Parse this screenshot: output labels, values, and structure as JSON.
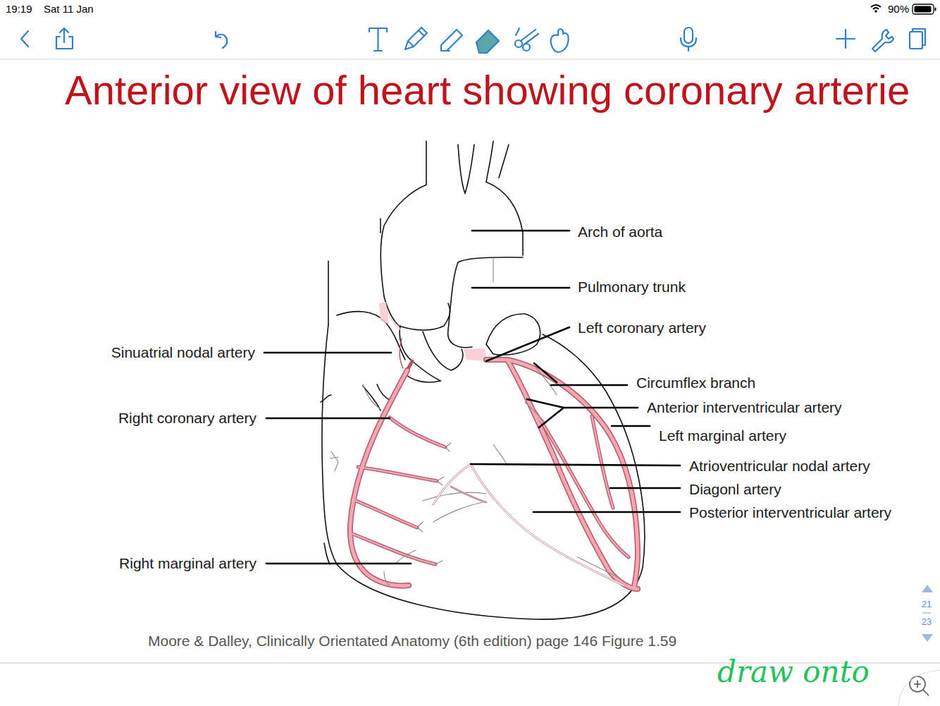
{
  "diagram": {
    "title": "Anterior view of heart showing coronary arterie",
    "caption": "Moore & Dalley, Clinically Orientated Anatomy (6th edition) page 146 Figure 1.59",
    "labels": [
      "19:19",
      "Sat 11 Jan",
      "90%",
      "Arch of aorta",
      "Pulmonary trunk",
      "Left coronary artery",
      "Sinuatrial nodal artery",
      "Circumflex branch",
      "Anterior interventricular artery",
      "Right coronary artery",
      "Left marginal artery",
      "Atrioventricular nodal artery",
      "Diagonl artery",
      "Posterior interventricular artery",
      "Right marginal artery",
      "21",
      "23",
      "draw onto"
    ]
  }
}
